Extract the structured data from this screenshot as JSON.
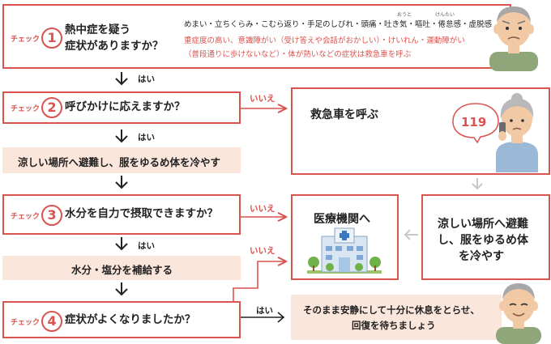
{
  "check_label": "チェック",
  "check1": {
    "num": "1",
    "question_line1": "熱中症を疑う",
    "question_line2": "症状がありますか？",
    "symptoms": "めまい・立ちくらみ・こむら返り・手足のしびれ・頭痛・吐き気・嘔吐・倦怠感・虚脱感",
    "ruby_vomit": "おうと",
    "ruby_fatigue": "けんたい",
    "severe_line1": "重症度の高い、意識障がい（受け答えや会話がおかしい）・けいれん・運動障がい",
    "severe_line2": "（普段通りに歩けないなど）・体が熱いなどの症状は救急車を呼ぶ"
  },
  "yes1": "はい",
  "check2": {
    "num": "2",
    "question": "呼びかけに応えますか？"
  },
  "no2": "いいえ",
  "ambulance": {
    "title": "救急車を呼ぶ",
    "number": "119"
  },
  "yes2": "はい",
  "cool_step": "涼しい場所へ避難し、服をゆるめ体を冷やす",
  "check3": {
    "num": "3",
    "question": "水分を自力で摂取できますか？"
  },
  "no3": "いいえ",
  "hospital": {
    "title": "医療機関へ"
  },
  "cool_box": {
    "line1": "涼しい場所へ避難",
    "line2": "し、服をゆるめ体",
    "line3": "を冷やす"
  },
  "yes3": "はい",
  "hydrate_step": "水分・塩分を補給する",
  "no4": "いいえ",
  "check4": {
    "num": "4",
    "question": "症状がよくなりましたか？"
  },
  "yes4": "はい",
  "rest": {
    "line1": "そのまま安静にして十分に休息をとらせ、",
    "line2": "回復を待ちましょう"
  },
  "colors": {
    "accent": "#d9534f",
    "band": "#fbe6dc",
    "arrow_gray": "#c8c8c8"
  },
  "icons": [
    "elderly-man-icon",
    "elderly-woman-phone-icon",
    "hospital-icon",
    "elderly-man-smiling-icon"
  ]
}
